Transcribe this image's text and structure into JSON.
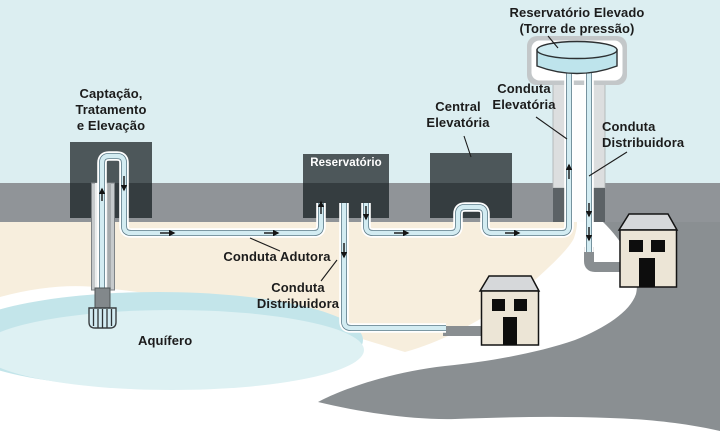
{
  "diagram": {
    "labels": {
      "captacao": "Captação,\nTratamento\ne Elevação",
      "reservatorio": "Reservatório",
      "central_elevatoria": "Central\nElevatória",
      "reservatorio_elevado": "Reservatório Elevado\n(Torre de pressão)",
      "conduta_elevatoria": "Conduta\nElevatória",
      "conduta_distribuidora_torre": "Conduta\nDistribuidora",
      "conduta_adutora": "Conduta Adutora",
      "conduta_distribuidora_rede": "Conduta\nDistribuidora",
      "aquifero": "Aquífero"
    },
    "colors": {
      "sky": "#dceef1",
      "ground_band": "#909498",
      "underground": "#f7eedd",
      "aquifer_outer": "#c3e5ea",
      "aquifer_inner": "#def1f3",
      "building_dark": "#4d575a",
      "building_overlap": "#353d40",
      "pipe_water": "#d3ecf2",
      "pipe_edge": "#5e7c89",
      "tank_water": "#bee4ec",
      "house_wall": "#ece5d6",
      "house_roof": "#d6d8da",
      "gray_service_pipe": "#898e91",
      "terrain_gray": "#8a8f92"
    }
  }
}
